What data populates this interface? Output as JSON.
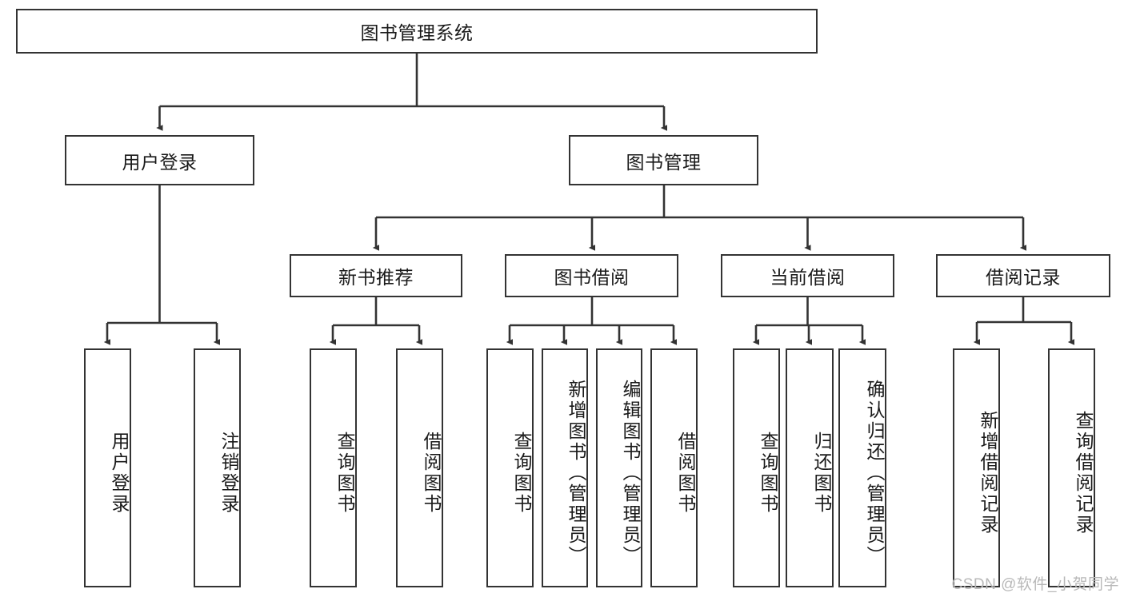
{
  "diagram": {
    "title": "图书管理系统",
    "type": "hierarchy-tree",
    "orientation": "top-down",
    "colors": {
      "box_border": "#333333",
      "box_fill": "#ffffff",
      "edge": "#333333",
      "text": "#1a1a1a",
      "watermark": "#b8b8b8"
    },
    "root": {
      "label": "图书管理系统"
    },
    "level1": [
      {
        "label": "用户登录"
      },
      {
        "label": "图书管理"
      }
    ],
    "level2": [
      {
        "label": "新书推荐"
      },
      {
        "label": "图书借阅"
      },
      {
        "label": "当前借阅"
      },
      {
        "label": "借阅记录"
      }
    ],
    "leaves": {
      "user_login": [
        {
          "label": "用户登录"
        },
        {
          "label": "注销登录"
        }
      ],
      "new_book_recommend": [
        {
          "label": "查询图书"
        },
        {
          "label": "借阅图书"
        }
      ],
      "book_borrow": [
        {
          "label": "查询图书"
        },
        {
          "label": "新增图书（管理员）"
        },
        {
          "label": "编辑图书（管理员）"
        },
        {
          "label": "借阅图书"
        }
      ],
      "current_borrow": [
        {
          "label": "查询图书"
        },
        {
          "label": "归还图书"
        },
        {
          "label": "确认归还（管理员）"
        }
      ],
      "borrow_record": [
        {
          "label": "新增借阅记录"
        },
        {
          "label": "查询借阅记录"
        }
      ]
    },
    "watermark": "CSDN @软件_小贺同学"
  }
}
